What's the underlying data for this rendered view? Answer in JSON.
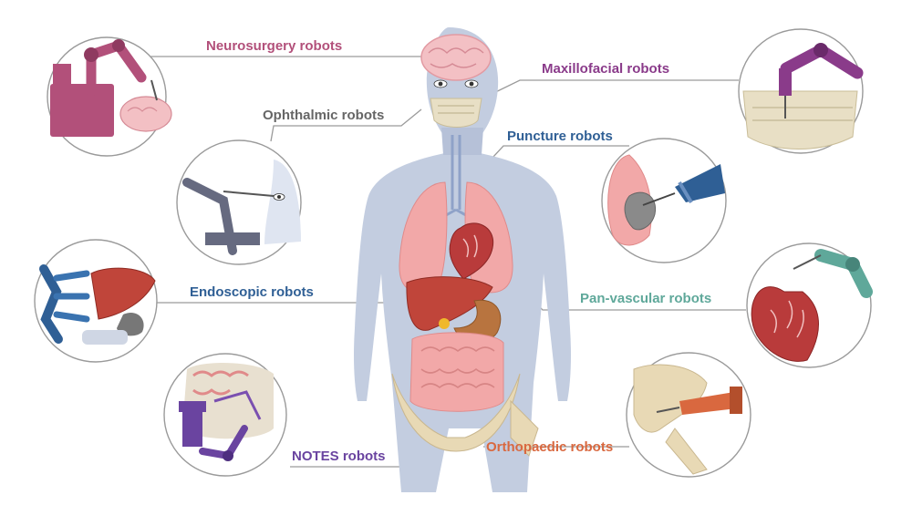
{
  "labels": {
    "neurosurgery": "Neurosurgery robots",
    "ophthalmic": "Ophthalmic robots",
    "endoscopic": "Endoscopic robots",
    "notes": "NOTES robots",
    "maxillofacial": "Maxillofacial robots",
    "puncture": "Puncture robots",
    "panvascular": "Pan-vascular robots",
    "orthopaedic": "Orthopaedic robots"
  },
  "colors": {
    "neurosurgery": "#b2507a",
    "ophthalmic": "#666666",
    "endoscopic": "#2f5f95",
    "notes": "#6a44a0",
    "maxillofacial": "#8a3b8a",
    "puncture": "#2f5f95",
    "panvascular": "#5fa89a",
    "orthopaedic": "#d9683f",
    "body": "#c3cde0",
    "organ_lung": "#f2a8a8",
    "organ_liver": "#c0453a",
    "bone": "#e8d9b5"
  }
}
